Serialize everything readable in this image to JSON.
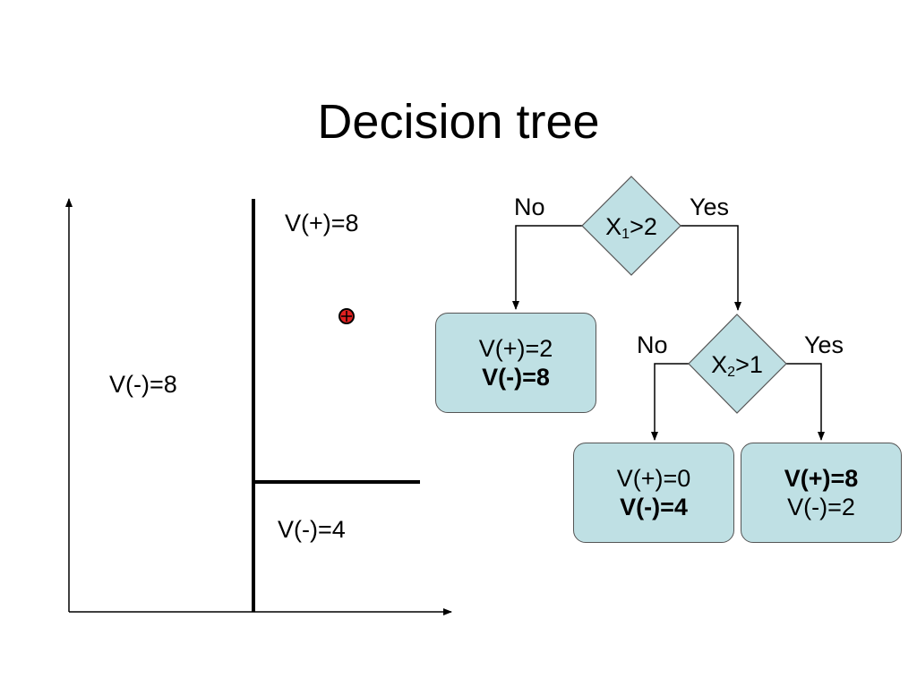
{
  "title": "Decision tree",
  "plot": {
    "region_left": "V(-)=8",
    "region_top_right": "V(+)=8",
    "region_bottom_right": "V(-)=4"
  },
  "tree": {
    "root": {
      "var": "X",
      "sub": "1",
      "cond": ">2",
      "no_label": "No",
      "yes_label": "Yes"
    },
    "root_no_leaf": {
      "line1": "V(+)=2",
      "line2": "V(-)=8"
    },
    "split2": {
      "var": "X",
      "sub": "2",
      "cond": ">1",
      "no_label": "No",
      "yes_label": "Yes"
    },
    "split2_no_leaf": {
      "line1": "V(+)=0",
      "line2": "V(-)=4"
    },
    "split2_yes_leaf": {
      "line1": "V(+)=8",
      "line2": "V(-)=2"
    }
  },
  "colors": {
    "node_fill": "#bfe0e4",
    "marker_fill": "#e02020"
  }
}
